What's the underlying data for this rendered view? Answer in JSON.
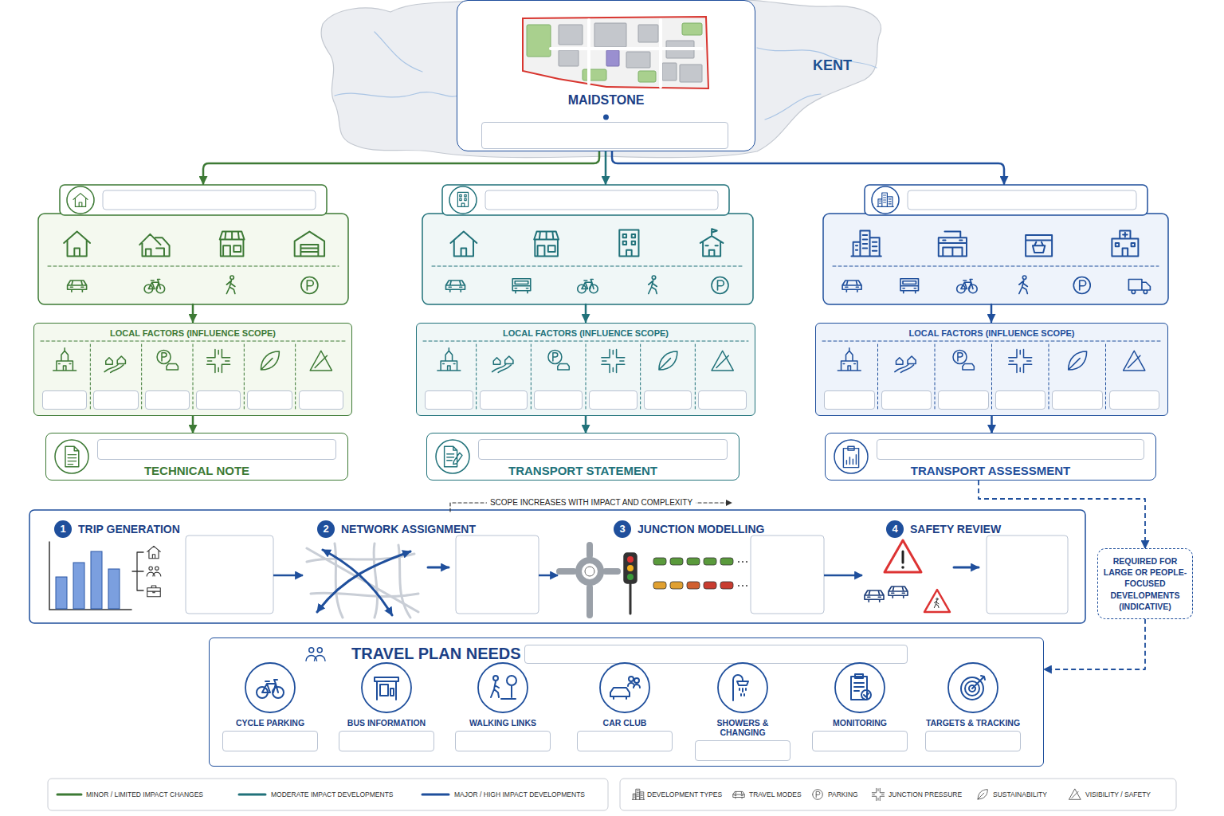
{
  "diagram": {
    "nodes": [
      {
        "text": [
          "MAIDSTONE"
        ]
      },
      {
        "text": [
          "LOCAL FACTORS (INFLUENCE SCOPE)"
        ]
      },
      {
        "text": [
          "TECHNICAL NOTE"
        ]
      },
      {
        "text": [
          "LOCAL FACTORS (INFLUENCE SCOPE)"
        ]
      },
      {
        "text": [
          "TRANSPORT STATEMENT"
        ]
      },
      {
        "text": [
          "LOCAL FACTORS (INFLUENCE SCOPE)"
        ]
      },
      {
        "text": [
          "TRANSPORT ASSESSMENT"
        ]
      },
      {
        "text": [
          "1",
          "TRIP GENERATION"
        ]
      },
      {
        "text": [
          "2",
          "NETWORK ASSIGNMENT"
        ]
      },
      {
        "text": [
          "3",
          "JUNCTION MODELLING"
        ]
      },
      {
        "text": [
          "4",
          "SAFETY REVIEW"
        ]
      },
      {
        "text": [
          "REQUIRED FOR LARGE OR PEOPLE-FOCUSED DEVELOPMENTS (INDICATIVE)"
        ]
      },
      {
        "text": [
          "TRAVEL PLAN NEEDS"
        ]
      },
      {
        "text": [
          "CYCLE PARKING"
        ],
        "in": 12
      },
      {
        "text": [
          "BUS INFORMATION"
        ],
        "in": 12
      },
      {
        "text": [
          "WALKING LINKS"
        ],
        "in": 12
      },
      {
        "text": [
          "CAR CLUB"
        ],
        "in": 12
      },
      {
        "text": [
          "SHOWERS & CHANGING"
        ],
        "in": 12
      },
      {
        "text": [
          "MONITORING"
        ],
        "in": 12
      },
      {
        "text": [
          "TARGETS & TRACKING"
        ],
        "in": 12
      }
    ],
    "edges": [
      {
        "from": 1,
        "to": 2,
        "arrow": "to"
      },
      {
        "from": 3,
        "to": 4,
        "arrow": "to"
      },
      {
        "from": 5,
        "to": 6,
        "arrow": "to"
      },
      {
        "from": 7,
        "to": 8,
        "arrow": "to"
      },
      {
        "from": 8,
        "to": 9,
        "arrow": "to"
      },
      {
        "from": 9,
        "to": 10,
        "arrow": "to"
      },
      {
        "from": 6,
        "to": 11,
        "arrow": "to"
      },
      {
        "from": 11,
        "to": 12,
        "arrow": "to"
      }
    ],
    "labels": [
      "KENT",
      "SCOPE INCREASES WITH IMPACT AND COMPLEXITY"
    ],
    "legend": [
      {
        "text": "MINOR / LIMITED IMPACT CHANGES"
      },
      {
        "text": "MODERATE IMPACT DEVELOPMENTS"
      },
      {
        "text": "MAJOR / HIGH IMPACT DEVELOPMENTS"
      },
      {
        "text": "DEVELOPMENT TYPES"
      },
      {
        "text": "TRAVEL MODES"
      },
      {
        "text": "PARKING"
      },
      {
        "text": "JUNCTION PRESSURE"
      },
      {
        "text": "SUSTAINABILITY"
      },
      {
        "text": "VISIBILITY / SAFETY"
      }
    ]
  }
}
